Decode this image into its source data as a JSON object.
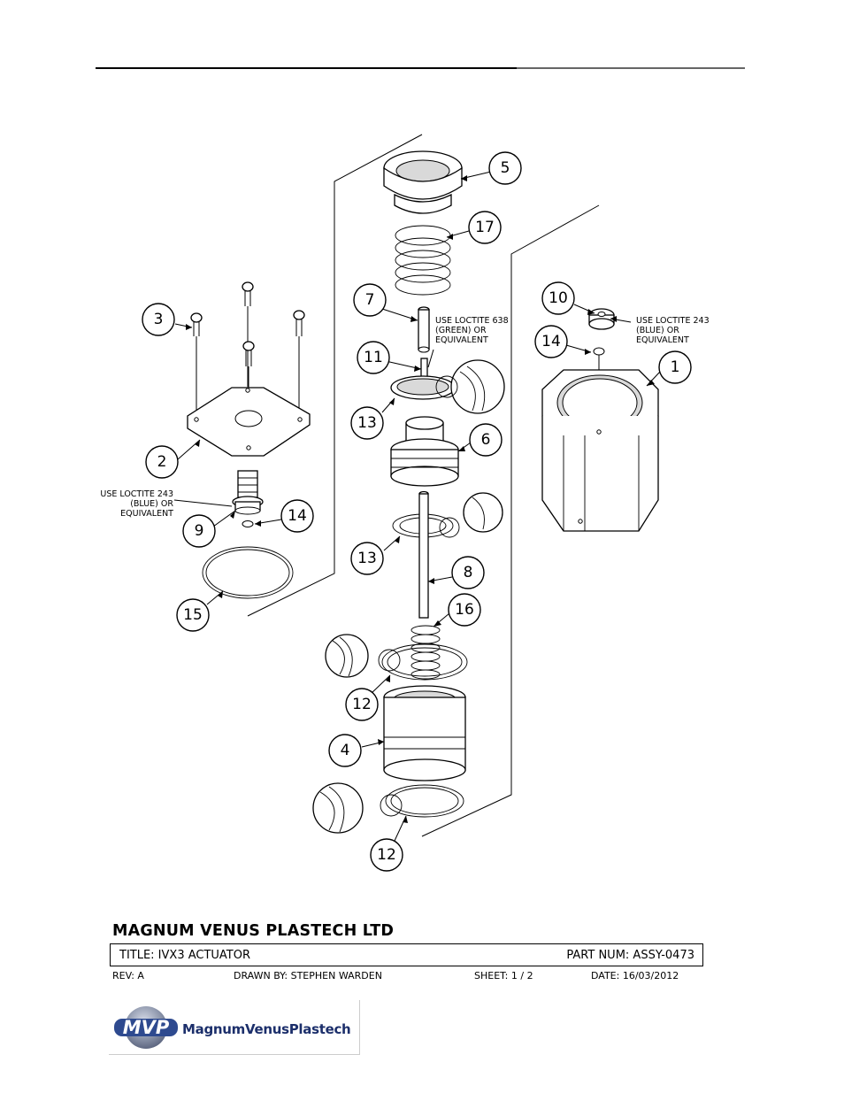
{
  "callouts": {
    "c1": "1",
    "c2": "2",
    "c3": "3",
    "c4": "4",
    "c5": "5",
    "c6": "6",
    "c7": "7",
    "c8": "8",
    "c9": "9",
    "c10": "10",
    "c11": "11",
    "c12a": "12",
    "c12b": "12",
    "c13a": "13",
    "c13b": "13",
    "c14a": "14",
    "c14b": "14",
    "c15": "15",
    "c16": "16",
    "c17": "17"
  },
  "notes": {
    "loctite_638": [
      "USE LOCTITE 638",
      "(GREEN) OR",
      "EQUIVALENT"
    ],
    "loctite_243_right": [
      "USE LOCTITE 243",
      "(BLUE) OR",
      "EQUIVALENT"
    ],
    "loctite_243_left": [
      "USE LOCTITE 243",
      "(BLUE) OR",
      "EQUIVALENT"
    ]
  },
  "title_block": {
    "company": "MAGNUM VENUS PLASTECH LTD",
    "title": "TITLE: IVX3 ACTUATOR",
    "part_num": "PART NUM: ASSY-0473",
    "rev": "REV: A",
    "drawn_by": "DRAWN BY: STEPHEN WARDEN",
    "sheet": "SHEET: 1 / 2",
    "date": "DATE: 16/03/2012"
  },
  "logo": {
    "badge": "MVP",
    "wordmark": "MagnumVenusPlastech",
    "badge_color": "#2e4a8f",
    "wordmark_color": "#1c2f6b"
  }
}
